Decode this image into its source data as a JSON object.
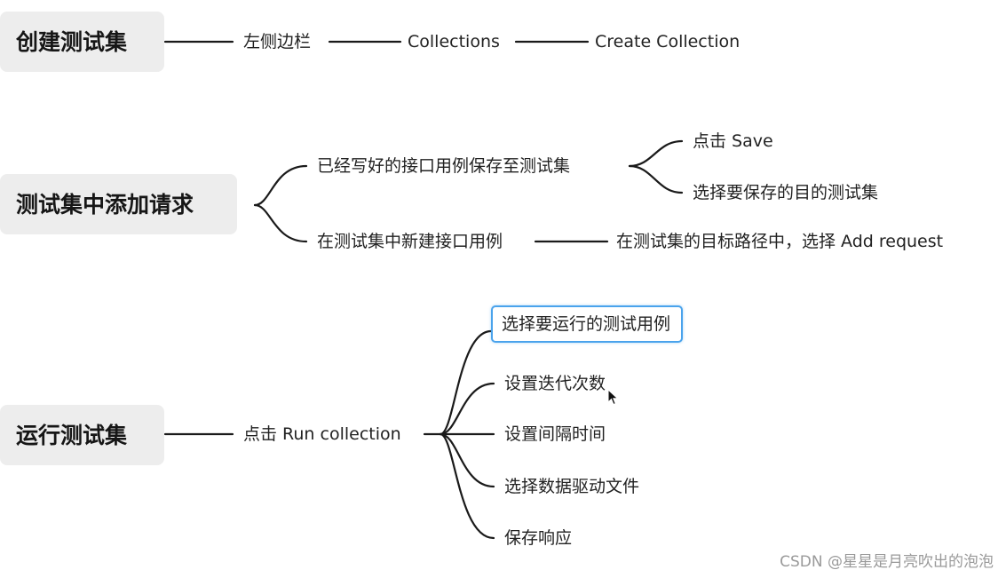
{
  "branches": [
    {
      "title": "创建测试集",
      "children": [
        {
          "label": "左侧边栏"
        },
        {
          "label": "Collections"
        },
        {
          "label": "Create Collection"
        }
      ]
    },
    {
      "title": "测试集中添加请求",
      "children": [
        {
          "label": "已经写好的接口用例保存至测试集",
          "children": [
            {
              "label": "点击 Save"
            },
            {
              "label": "选择要保存的目的测试集"
            }
          ]
        },
        {
          "label": "在测试集中新建接口用例",
          "children": [
            {
              "label": "在测试集的目标路径中，选择 Add request"
            }
          ]
        }
      ]
    },
    {
      "title": "运行测试集",
      "children": [
        {
          "label": "点击 Run collection",
          "children": [
            {
              "label": "选择要运行的测试用例",
              "selected": true
            },
            {
              "label": "设置迭代次数"
            },
            {
              "label": "设置间隔时间"
            },
            {
              "label": "选择数据驱动文件"
            },
            {
              "label": "保存响应"
            }
          ]
        }
      ]
    }
  ],
  "watermark": "CSDN @星星是月亮吹出的泡泡",
  "colors": {
    "line": "#1a1a1a",
    "root_bg": "#ededed",
    "selected_border": "#4aa3ec"
  }
}
